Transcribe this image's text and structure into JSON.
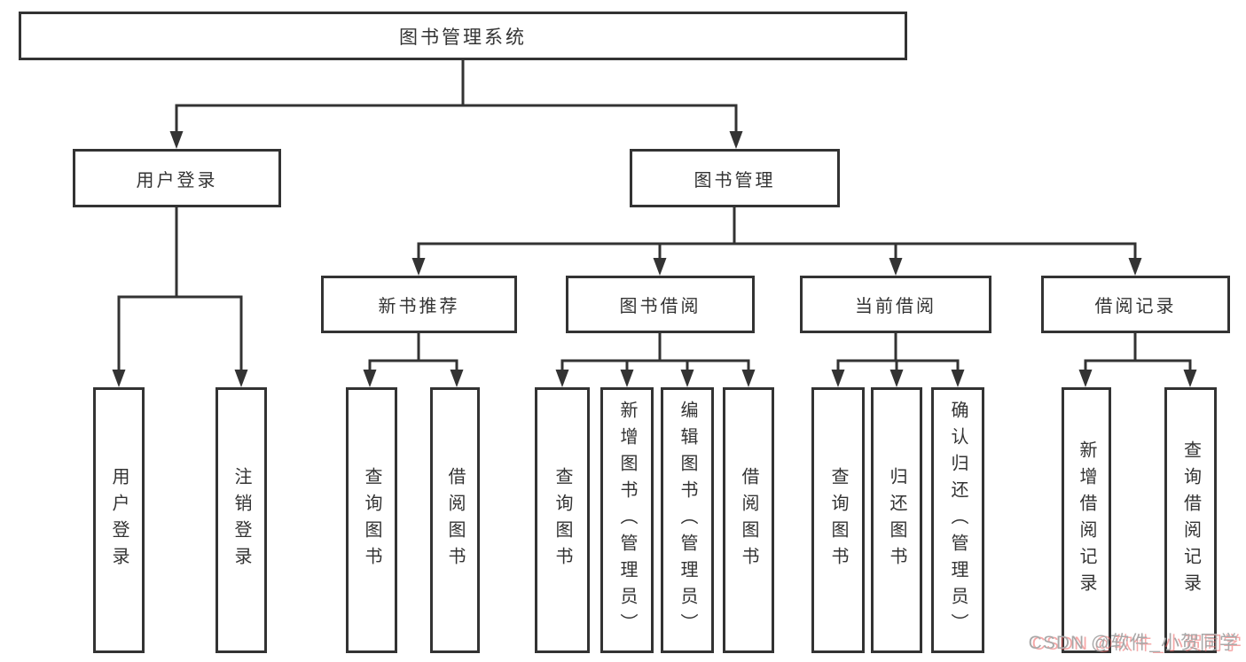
{
  "diagram": {
    "root": "图书管理系统",
    "level2": [
      "用户登录",
      "图书管理"
    ],
    "level3": [
      "新书推荐",
      "图书借阅",
      "当前借阅",
      "借阅记录"
    ],
    "leaves": [
      "用户登录",
      "注销登录",
      "查询图书",
      "借阅图书",
      "查询图书",
      "新增图书（管理员）",
      "编辑图书（管理员）",
      "借阅图书",
      "查询图书",
      "归还图书",
      "确认归还（管理员）",
      "新增借阅记录",
      "查询借阅记录"
    ],
    "hierarchy": {
      "图书管理系统": [
        "用户登录",
        "图书管理"
      ],
      "用户登录": [
        "用户登录",
        "注销登录"
      ],
      "图书管理": [
        "新书推荐",
        "图书借阅",
        "当前借阅",
        "借阅记录"
      ],
      "新书推荐": [
        "查询图书",
        "借阅图书"
      ],
      "图书借阅": [
        "查询图书",
        "新增图书（管理员）",
        "编辑图书（管理员）",
        "借阅图书"
      ],
      "当前借阅": [
        "查询图书",
        "归还图书",
        "确认归还（管理员）"
      ],
      "借阅记录": [
        "新增借阅记录",
        "查询借阅记录"
      ]
    }
  },
  "watermark": "CSDN @软件_小贺同学",
  "colors": {
    "line": "#333333",
    "text": "#333333",
    "background": "#ffffff",
    "watermark_gray": "#a8a8a8",
    "watermark_red": "#ee6060"
  }
}
